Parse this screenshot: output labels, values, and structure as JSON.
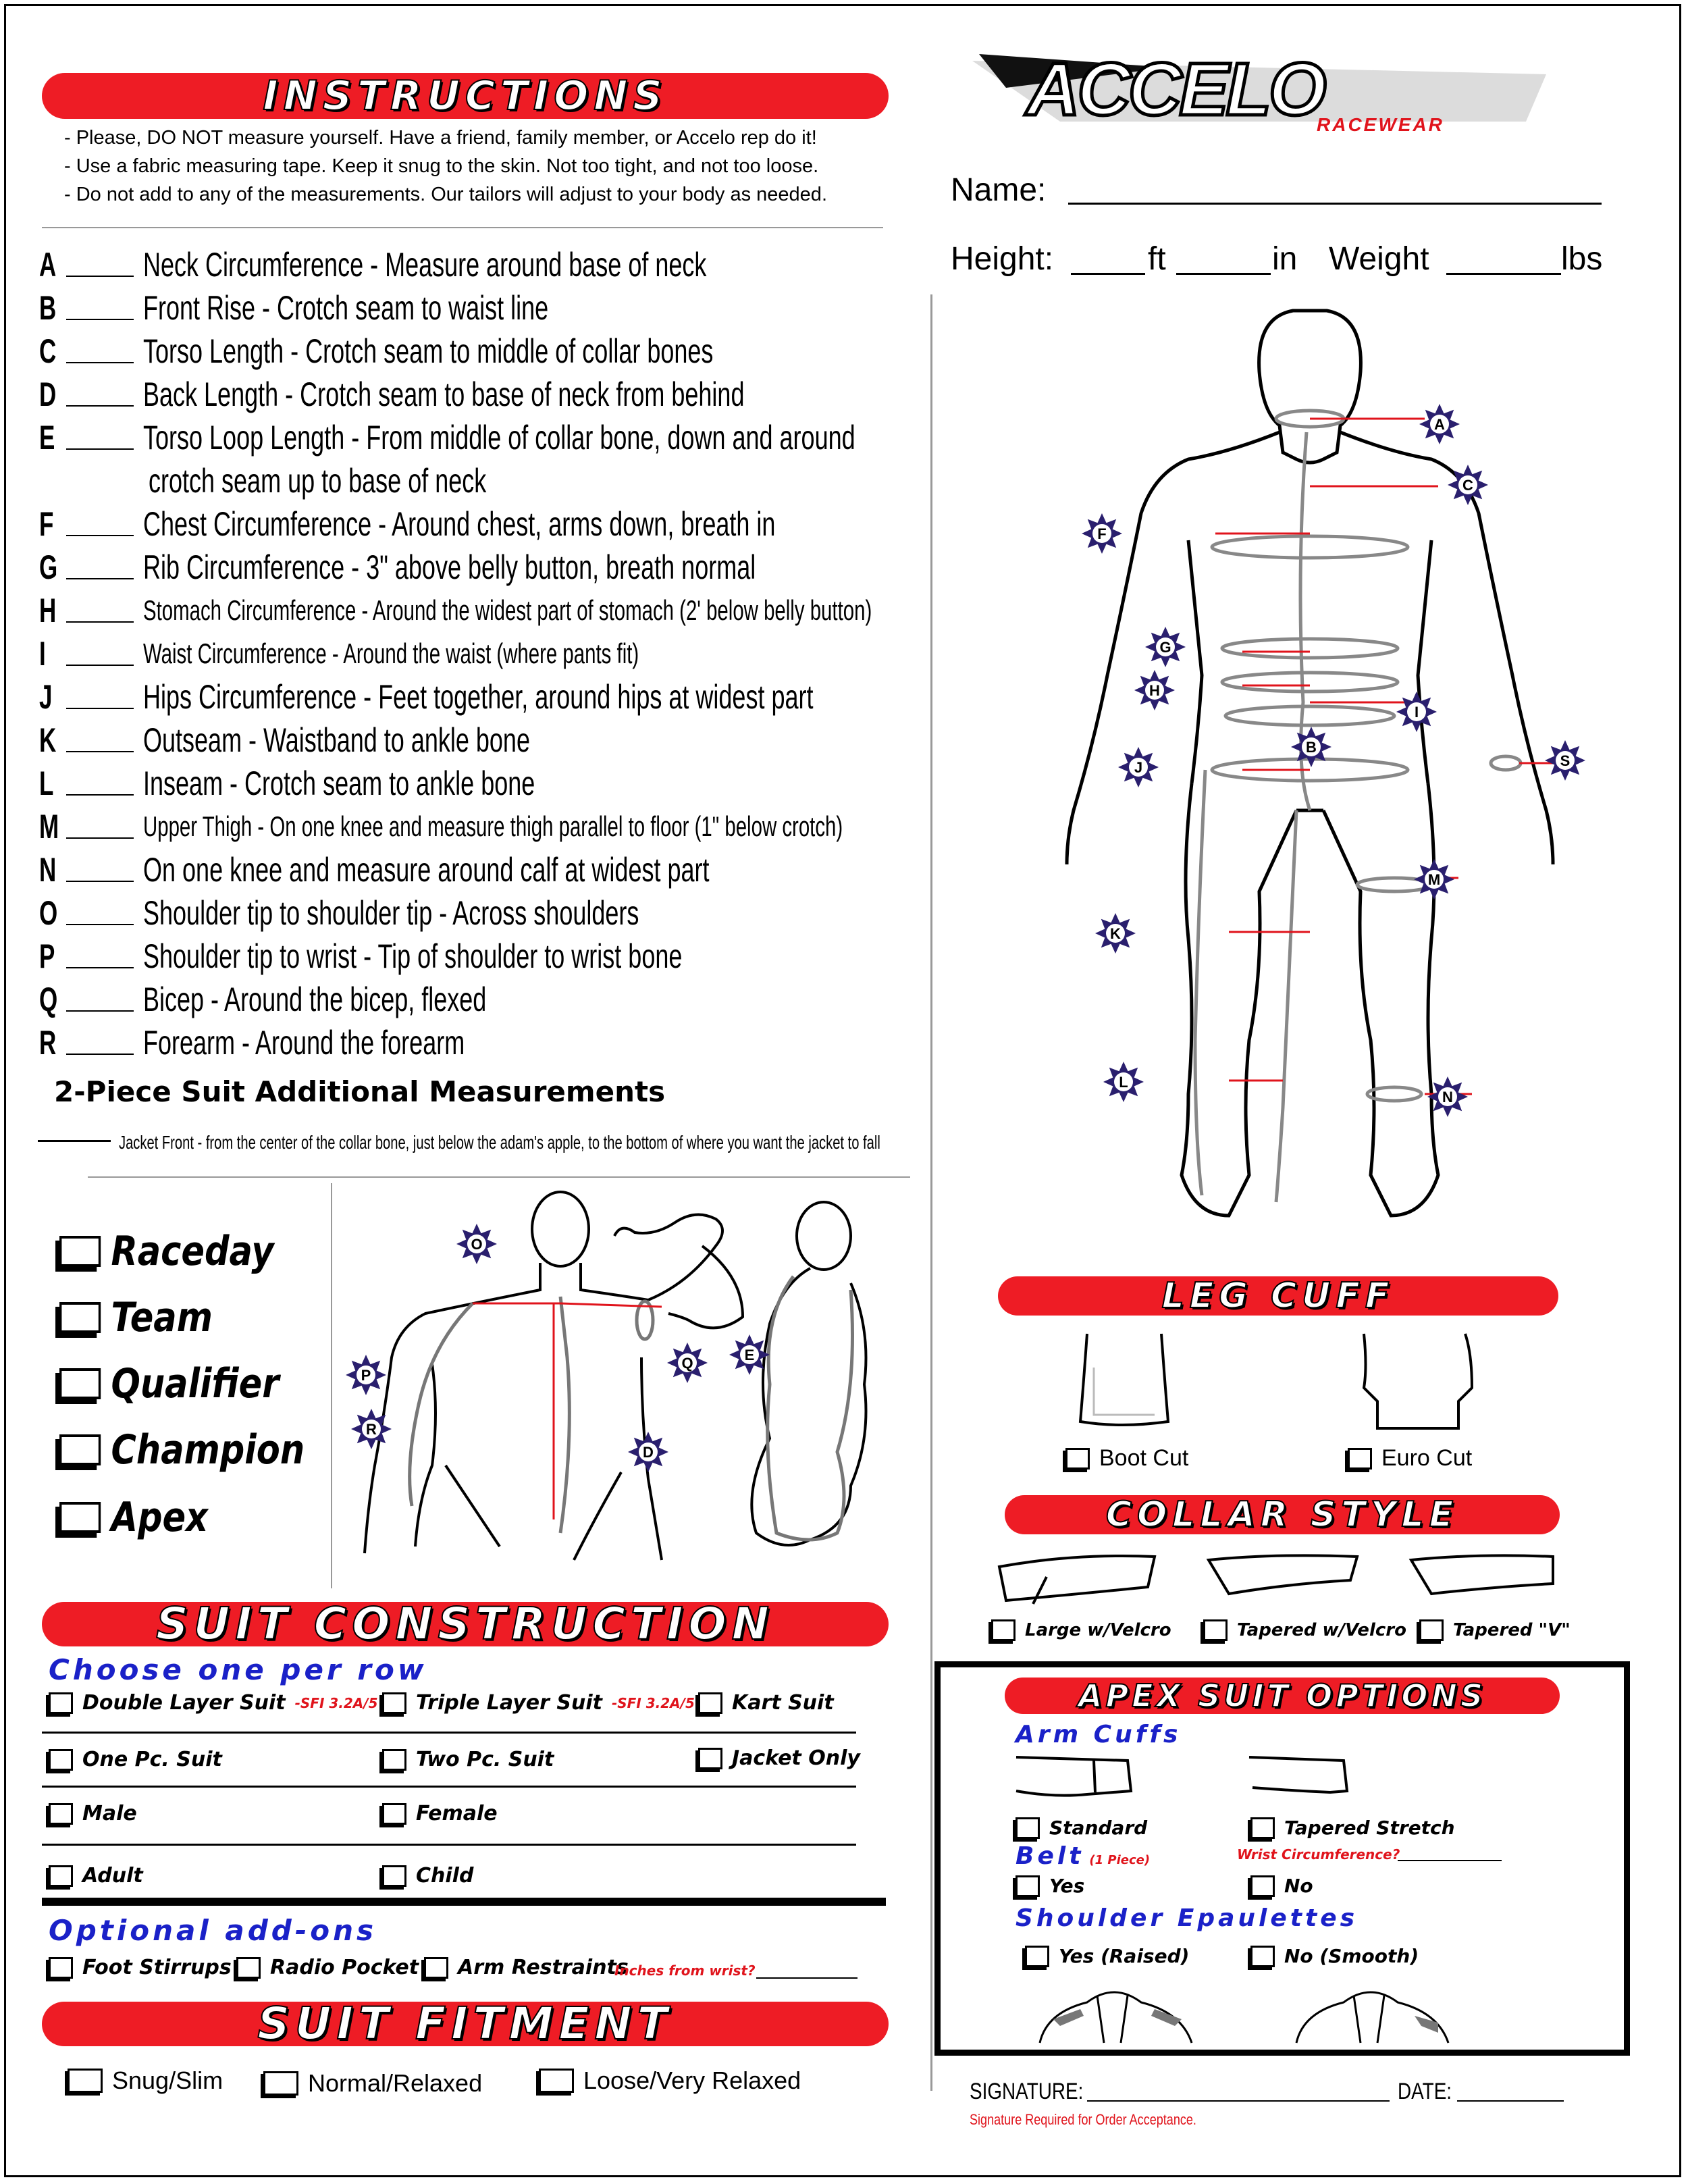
{
  "logo": {
    "main": "ACCELO",
    "sub": "RACEWEAR"
  },
  "instructions": {
    "title": "INSTRUCTIONS",
    "lines": [
      "- Please, DO NOT measure yourself. Have a friend, family member, or Accelo rep do it!",
      "- Use a fabric measuring tape. Keep it snug to the skin. Not too tight, and not too loose.",
      "- Do not add to any of the measurements. Our tailors will adjust to your body as needed."
    ]
  },
  "customer": {
    "name_label": "Name:",
    "height_label": "Height:",
    "ft_label": "ft",
    "in_label": "in",
    "weight_label": "Weight",
    "lbs_label": "lbs"
  },
  "measurements": [
    {
      "letter": "A",
      "text": "Neck Circumference - Measure around base of neck"
    },
    {
      "letter": "B",
      "text": "Front Rise - Crotch seam to waist line"
    },
    {
      "letter": "C",
      "text": "Torso Length - Crotch seam to middle of collar bones"
    },
    {
      "letter": "D",
      "text": "Back Length - Crotch seam to base of neck from behind"
    },
    {
      "letter": "E",
      "text": "Torso Loop Length - From middle of collar bone, down and around",
      "cont": "crotch seam up to base of neck"
    },
    {
      "letter": "F",
      "text": "Chest Circumference - Around chest, arms down, breath in"
    },
    {
      "letter": "G",
      "text": "Rib Circumference - 3\" above belly button, breath normal"
    },
    {
      "letter": "H",
      "text": "Stomach Circumference - Around the widest part of stomach (2' below belly button)"
    },
    {
      "letter": "I",
      "text": "Waist Circumference - Around the waist (where pants fit)"
    },
    {
      "letter": "J",
      "text": "Hips Circumference - Feet together, around hips at widest part"
    },
    {
      "letter": "K",
      "text": "Outseam - Waistband to ankle bone"
    },
    {
      "letter": "L",
      "text": "Inseam - Crotch seam to ankle bone"
    },
    {
      "letter": "M",
      "text": "Upper Thigh - On one knee and measure thigh parallel to floor (1\" below crotch)"
    },
    {
      "letter": "N",
      "text": "On one knee and measure around calf at widest part"
    },
    {
      "letter": "O",
      "text": "Shoulder tip to shoulder tip - Across shoulders"
    },
    {
      "letter": "P",
      "text": "Shoulder tip to wrist - Tip of shoulder to wrist bone"
    },
    {
      "letter": "Q",
      "text": "Bicep - Around the bicep, flexed"
    },
    {
      "letter": "R",
      "text": "Forearm - Around the forearm"
    }
  ],
  "two_piece": {
    "title": "2-Piece Suit Additional Measurements",
    "jacket_front": "Jacket Front - from the center of the collar bone, just below the adam's apple, to the bottom of where you want the jacket to fall"
  },
  "suit_models": [
    "Raceday",
    "Team",
    "Qualifier",
    "Champion",
    "Apex"
  ],
  "diagram_labels": {
    "front": [
      "A",
      "C",
      "F",
      "G",
      "H",
      "I",
      "B",
      "J",
      "S",
      "M",
      "K",
      "L",
      "N"
    ],
    "back": [
      "O",
      "P",
      "Q",
      "R",
      "D",
      "E"
    ]
  },
  "leg_cuff": {
    "title": "LEG CUFF",
    "options": [
      "Boot Cut",
      "Euro Cut"
    ]
  },
  "collar_style": {
    "title": "COLLAR STYLE",
    "options": [
      "Large w/Velcro",
      "Tapered w/Velcro",
      "Tapered \"V\""
    ]
  },
  "suit_construction": {
    "title": "SUIT CONSTRUCTION",
    "subtitle": "Choose one per row",
    "row1": [
      {
        "label": "Double Layer Suit",
        "sfi": "-SFI 3.2A/5"
      },
      {
        "label": "Triple Layer Suit",
        "sfi": "-SFI 3.2A/5"
      },
      {
        "label": "Kart Suit",
        "sfi": ""
      }
    ],
    "row2": [
      "One Pc. Suit",
      "Two Pc. Suit",
      "Jacket Only"
    ],
    "row3": [
      "Male",
      "Female"
    ],
    "row4": [
      "Adult",
      "Child"
    ]
  },
  "optional_addons": {
    "title": "Optional add-ons",
    "options": [
      "Foot Stirrups",
      "Radio Pocket",
      "Arm Restraints"
    ],
    "inches_from_wrist": "Inches from wrist?"
  },
  "suit_fitment": {
    "title": "SUIT FITMENT",
    "options": [
      "Snug/Slim",
      "Normal/Relaxed",
      "Loose/Very Relaxed"
    ]
  },
  "apex_options": {
    "title": "APEX SUIT OPTIONS",
    "arm_cuffs_title": "Arm Cuffs",
    "arm_cuffs": [
      "Standard",
      "Tapered Stretch"
    ],
    "wrist_circumference": "Wrist Circumference?",
    "belt_title": "Belt",
    "belt_note": "(1 Piece)",
    "belt_options": [
      "Yes",
      "No"
    ],
    "epaulettes_title": "Shoulder Epaulettes",
    "epaulettes_options": [
      "Yes (Raised)",
      "No (Smooth)"
    ]
  },
  "signature": {
    "label": "SIGNATURE:",
    "date_label": "DATE:",
    "note": "Signature Required for Order Acceptance."
  },
  "colors": {
    "banner_red": "#ee1c25",
    "section_blue": "#1a21c8",
    "marker_purple": "#2a1f6e",
    "arrow_red": "#e0141c"
  }
}
